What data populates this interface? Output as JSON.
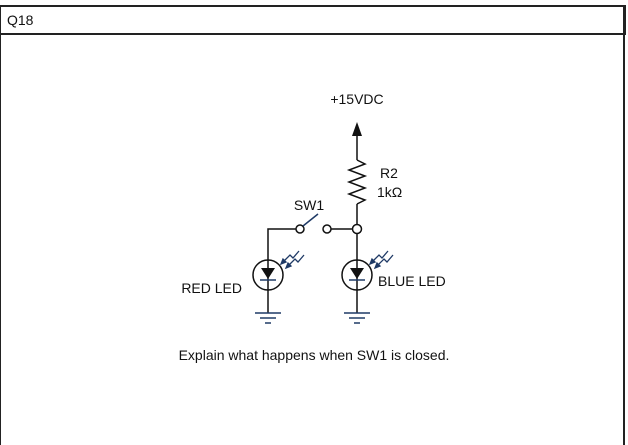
{
  "header": {
    "title": "Q18"
  },
  "circuit": {
    "supply_label": "+15VDC",
    "resistor": {
      "designator": "R2",
      "value": "1kΩ"
    },
    "switch": {
      "designator": "SW1",
      "state": "open"
    },
    "leds": [
      {
        "label": "RED LED"
      },
      {
        "label": "BLUE LED"
      }
    ],
    "colors": {
      "wire": "#111111",
      "symbol_accent": "#1f3a66"
    }
  },
  "question": {
    "text": "Explain what happens when SW1 is closed."
  }
}
